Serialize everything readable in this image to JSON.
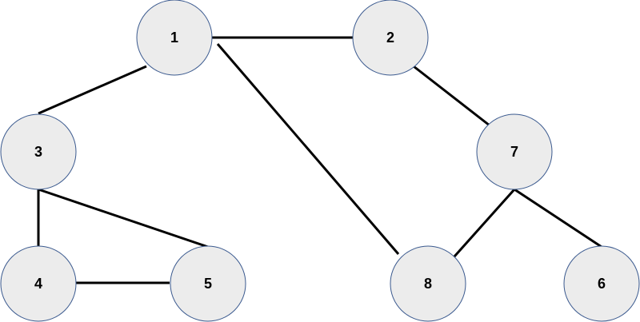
{
  "graph": {
    "nodes": [
      {
        "id": "n1",
        "label": "1"
      },
      {
        "id": "n2",
        "label": "2"
      },
      {
        "id": "n3",
        "label": "3"
      },
      {
        "id": "n4",
        "label": "4"
      },
      {
        "id": "n5",
        "label": "5"
      },
      {
        "id": "n6",
        "label": "6"
      },
      {
        "id": "n7",
        "label": "7"
      },
      {
        "id": "n8",
        "label": "8"
      }
    ],
    "edges": [
      {
        "from": "n1",
        "to": "n2"
      },
      {
        "from": "n1",
        "to": "n3"
      },
      {
        "from": "n1",
        "to": "n8"
      },
      {
        "from": "n2",
        "to": "n7"
      },
      {
        "from": "n3",
        "to": "n4"
      },
      {
        "from": "n3",
        "to": "n5"
      },
      {
        "from": "n4",
        "to": "n5"
      },
      {
        "from": "n7",
        "to": "n8"
      },
      {
        "from": "n7",
        "to": "n6"
      }
    ],
    "colors": {
      "node_fill": "#ececec",
      "node_stroke": "#3b5a8f",
      "edge": "#000000",
      "label": "#000000"
    }
  }
}
